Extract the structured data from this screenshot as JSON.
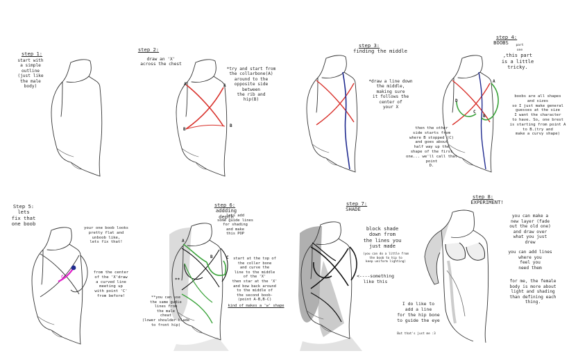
{
  "colors": {
    "red": "#d8302a",
    "blue": "#1f2a8f",
    "green": "#3aa33a",
    "magenta": "#e020c8",
    "shade": "#9a9a9a"
  },
  "step1": {
    "title": "step 1:",
    "text": "start with\na simple\noutline\n(just like\nthe male\nbody)"
  },
  "step2": {
    "title": "step 2:",
    "text": "draw an 'X'\nacross the chest",
    "note": "*try and start from\nthe collarbone(A)\naround to the\nopposite side\nbetween\nthe rib and\nhip(B)",
    "labels": [
      "A",
      "A",
      "B",
      "B"
    ]
  },
  "step3": {
    "title": "step 3:",
    "subtitle": "finding the middle",
    "note": "*draw a line down\nthe middle,\nmaking sure\nit follows the\ncenter of\nyour X"
  },
  "step4": {
    "title": "step 4:",
    "subtitle": "BOOBS",
    "subnote": "part one",
    "intro": ",this part\nis a little tricky.",
    "note1": "boobs are all shapes\nand sizes\nso I just make general\nguesses at the size\nI want the character\nto have. So, one brest\nis starting from point A\nto B.(try and\nmake a curvy shape)",
    "note2": "then the other\nside starts from\nwhere B stopped (C)\nand goes about\nhalf way up the\nshape of the first\none... we'll call that point\nD.",
    "labels": [
      "A",
      "B",
      "C",
      "D"
    ]
  },
  "step5": {
    "title": "Step 5:",
    "text": "lets\nfix that\none boob",
    "note1": "your one boob looks\npretty flat and\nunboob like,\nlets fix that!",
    "note2": "from the center\nof the 'X'draw\na curved line\nmeeting up\nwith point 'C'\nfrom before!",
    "labels": [
      "C"
    ]
  },
  "step6": {
    "title": "step 6:",
    "subtitle": "addding depth",
    "note1": "lets add\nsome guide lines\nfor shading\nand make\nthis POP",
    "note2": "start at the top of\nthe coller bone\nand curve the\nline to the middle\nof the 'X'\nthen star at the 'X'\nand bow back around\nto the middle of\nthe second boob-\n(point A-B,B-C)",
    "note3": "kind of makes a 'w' shape",
    "note4": "**you can use\nthe same gudie\nlines from\nthe male\ncheat\n(lower shoulder blade\nto front hip)",
    "labels": [
      "A",
      "B",
      "C",
      "**"
    ]
  },
  "step7": {
    "title": "step 7:",
    "subtitle": "SHADE",
    "note1": "block shade\ndown from\nthe lines you\njust made",
    "note2": "(you can do  a little from\nthe boob to hip to\nkeep uniform lighting)",
    "note3": "<----something\nlike this",
    "note4": "I do like to\nadd a line\nfor the hip bone\nto guide the eye",
    "note5": "But that's just me :3"
  },
  "step8": {
    "title": "step 8:",
    "subtitle": "EXPERIMENT!",
    "note1": "you can make a\nnew layer (fade\nout the old one)\nand draw over\nwhat you just\ndrew",
    "note2": "you can add lines\nwhere you\nfeel you\nneed them",
    "note3": "for me, the female\nbody is more about\nlight and shading\nthan defining each\nthing."
  }
}
